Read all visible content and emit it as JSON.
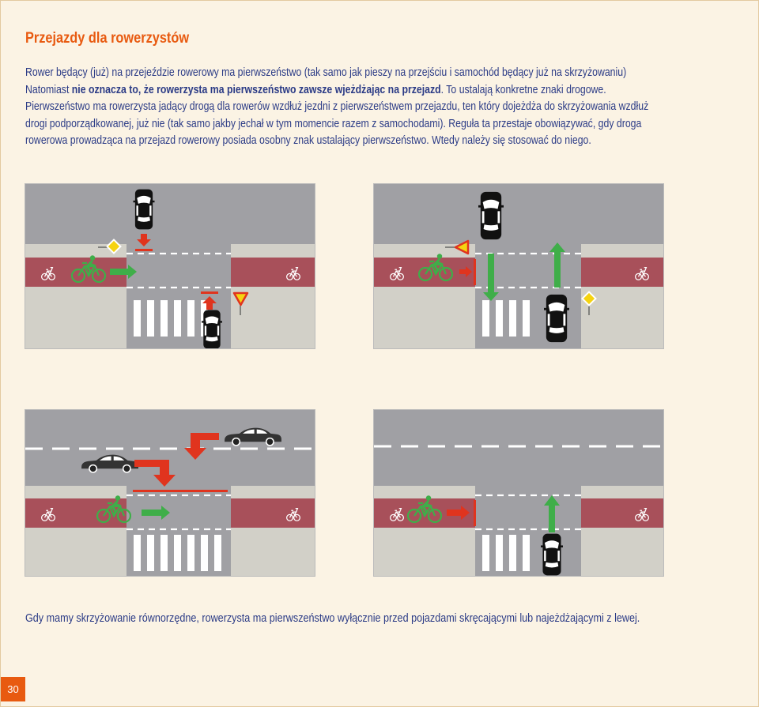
{
  "title": "Przejazdy dla rowerzystów",
  "intro": {
    "part1": "Rower będący (już) na przejeździe rowerowy ma pierwszeństwo (tak samo jak pieszy na przejściu i samochód będący już na skrzyżowaniu) Natomiast ",
    "bold": "nie oznacza to, że rowerzysta ma pierwszeństwo zawsze wjeżdżając na przejazd",
    "part2": ". To ustalają konkretne znaki drogowe. Pierwszeństwo ma rowerzysta jadący drogą dla rowerów wzdłuż jezdni z pierwszeństwem przejazdu, ten który dojeżdża do skrzyżowania wzdłuż drogi podporządkowanej, już nie (tak samo jakby jechał w tym momencie razem z samochodami). Reguła ta przestaje obowiązywać, gdy droga rowerowa prowadząca na przejazd rowerowy posiada osobny znak ustalający pierwszeństwo. Wtedy należy się stosować do niego."
  },
  "caption": "Gdy mamy skrzyżowanie równorzędne, rowerzysta ma pierwszeństwo wyłącznie przed pojazdami skręcającymi lub najeżdżającymi z lewej.",
  "page_number": "30",
  "colors": {
    "title": "#e85a10",
    "text": "#2b3b86",
    "road": "#a0a0a4",
    "bike_lane": "#a8505a",
    "sidewalk": "#d6d3c8",
    "arrow_green": "#3fae49",
    "arrow_red": "#e0341e",
    "sign_yellow": "#f5d311"
  },
  "icons": [
    "car-icon",
    "bicycle-icon",
    "bike-lane-symbol-icon",
    "priority-road-sign-icon",
    "give-way-sign-icon"
  ]
}
